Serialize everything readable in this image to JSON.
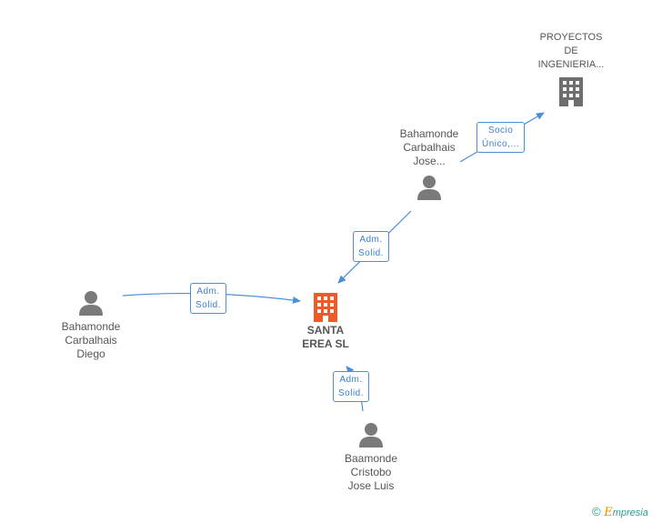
{
  "colors": {
    "edge": "#4a8fd8",
    "person": "#7a7a7a",
    "company_related": "#6e6e6e",
    "company_main": "#f05a28"
  },
  "nodes": {
    "center": {
      "label": "SANTA\nEREA SL",
      "icon": "building-icon"
    },
    "proyectos": {
      "label": "PROYECTOS\nDE\nINGENIERIA...",
      "icon": "building-icon"
    },
    "jose": {
      "label": "Bahamonde\nCarbalhais\nJose...",
      "icon": "person-icon"
    },
    "diego": {
      "label": "Bahamonde\nCarbalhais\nDiego",
      "icon": "person-icon"
    },
    "cristobo": {
      "label": "Baamonde\nCristobo\nJose Luis",
      "icon": "person-icon"
    }
  },
  "edges": {
    "socio": "Socio\nÚnico,...",
    "adm_jose": "Adm.\nSolid.",
    "adm_diego": "Adm.\nSolid.",
    "adm_cristobo": "Adm.\nSolid."
  },
  "footer": {
    "copyright": "©",
    "brand_initial": "E",
    "brand_rest": "mpresia"
  }
}
